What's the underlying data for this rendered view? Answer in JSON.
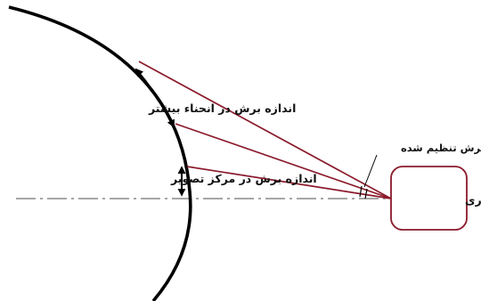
{
  "labels": {
    "curvature_cut_size": "اندازه برش در انحناء بیشتر",
    "center_cut_size": "اندازه برش در مرکز تصویر",
    "adjusted_cut": "برش تنظیم شده",
    "cutting_system": "سیستم برشنگاری"
  },
  "colors": {
    "ray": "#8b1a2b",
    "box_border": "#8b1a2b",
    "arc": "#000000",
    "axis": "#888888",
    "text": "#111111"
  }
}
